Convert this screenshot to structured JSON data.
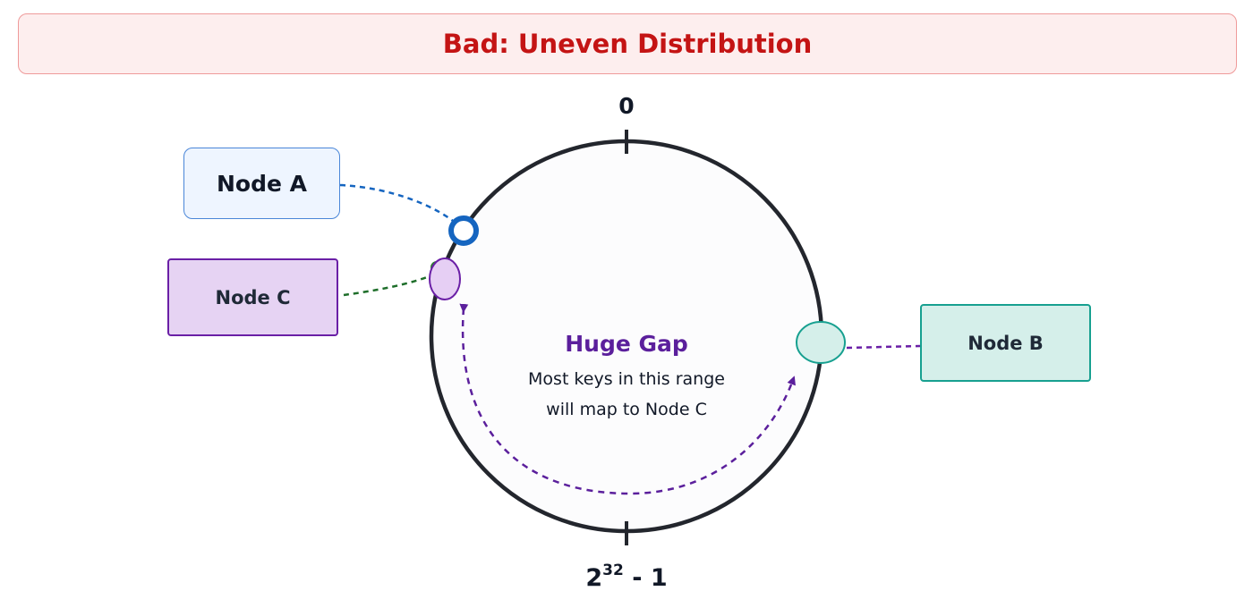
{
  "header": {
    "title": "Bad: Uneven Distribution"
  },
  "ring": {
    "start_label": "0",
    "end_label_base": "2",
    "end_label_exponent": "32",
    "end_label_suffix": " - 1"
  },
  "nodes": {
    "a": {
      "label": "Node A",
      "color": "#1565c0"
    },
    "b": {
      "label": "Node B",
      "color": "#17a090"
    },
    "c": {
      "label": "Node C",
      "color": "#6a1fa6"
    }
  },
  "gap": {
    "title": "Huge Gap",
    "description_line1": "Most keys in this range",
    "description_line2": "will map to Node C",
    "color": "#5b1f9c"
  }
}
